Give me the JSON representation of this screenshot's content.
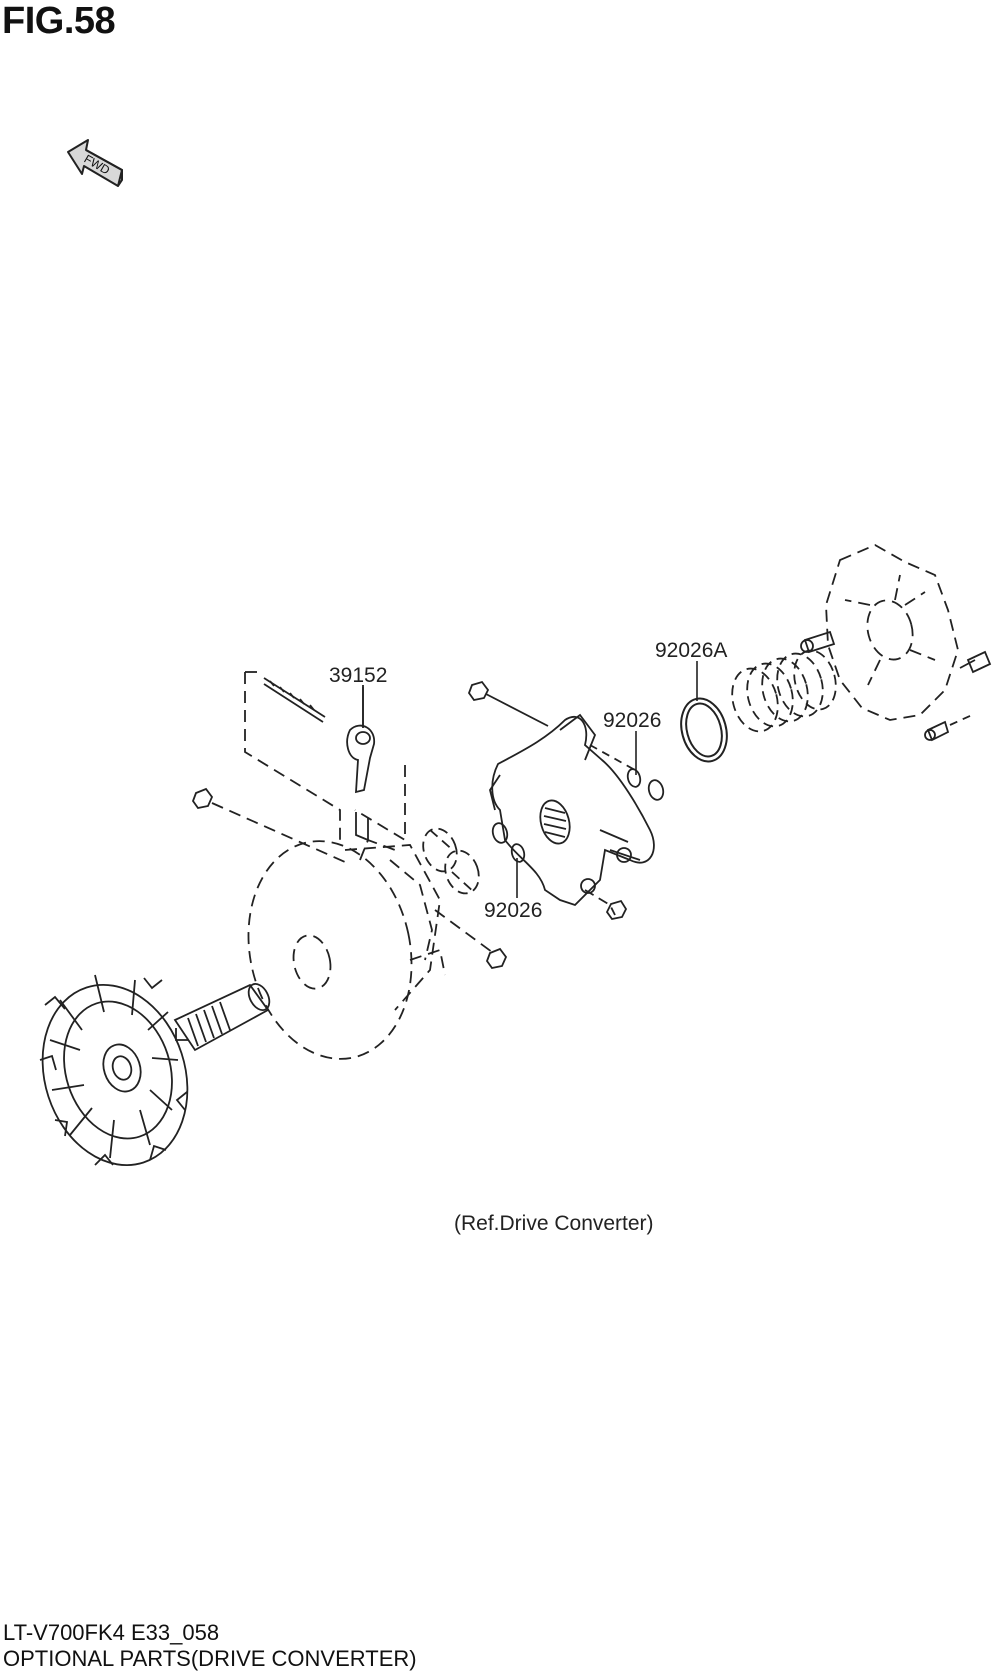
{
  "figure": {
    "title": "FIG.58"
  },
  "fwd_arrow": {
    "label": "FWD",
    "icon": "fwd-arrow-icon"
  },
  "callouts": [
    {
      "id": "39152",
      "label": "39152"
    },
    {
      "id": "92026A",
      "label": "92026A"
    },
    {
      "id": "92026-upper",
      "label": "92026"
    },
    {
      "id": "92026-lower",
      "label": "92026"
    }
  ],
  "reference_note": "(Ref.Drive Converter)",
  "footer": {
    "model_code": "LT-V700FK4 E33_058",
    "section_title": "OPTIONAL PARTS(DRIVE CONVERTER)"
  }
}
